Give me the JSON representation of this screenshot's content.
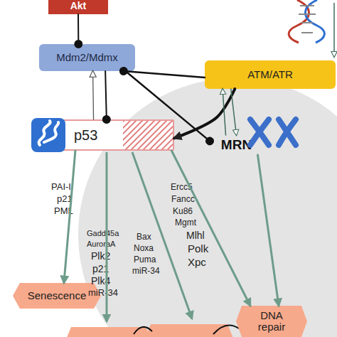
{
  "diagram": {
    "nodes": [
      {
        "text": [
          "Akt"
        ]
      },
      {
        "text": [
          "Mdm2/Mdmx"
        ]
      },
      {
        "text": [
          "ATM/ATR"
        ]
      },
      {
        "text": [
          "p53"
        ]
      },
      {
        "text": [
          "MRN"
        ]
      },
      {
        "text": [
          "Senescence"
        ]
      },
      {
        "text": [
          "DNA repair"
        ]
      }
    ],
    "edges": [
      {
        "from": 0,
        "to": 1,
        "arrow": "to"
      },
      {
        "from": 1,
        "to": 3,
        "arrow": "to"
      },
      {
        "from": 3,
        "to": 1,
        "arrow": "to"
      },
      {
        "from": 2,
        "to": 1,
        "arrow": "to"
      },
      {
        "from": 1,
        "to": 4,
        "arrow": "to"
      },
      {
        "from": 2,
        "to": 3,
        "arrow": "to"
      },
      {
        "from": 2,
        "to": 4,
        "arrow": "to"
      },
      {
        "from": 4,
        "to": 2,
        "arrow": "to"
      },
      {
        "from": 3,
        "to": 5,
        "arrow": "to"
      },
      {
        "from": 3,
        "to": 6,
        "arrow": "to"
      },
      {
        "from": 4,
        "to": 6,
        "arrow": "to"
      }
    ],
    "labels": [
      "PAI-I",
      "p21",
      "PML",
      "Gadd45a",
      "AuroraA",
      "Plk2",
      "p21",
      "Plk4",
      "miR-34",
      "Bax",
      "Noxa",
      "Puma",
      "miR-34",
      "Ercc5",
      "Fancc",
      "Ku86",
      "Mgmt",
      "Mlhl",
      "Polk",
      "Xpc"
    ]
  }
}
